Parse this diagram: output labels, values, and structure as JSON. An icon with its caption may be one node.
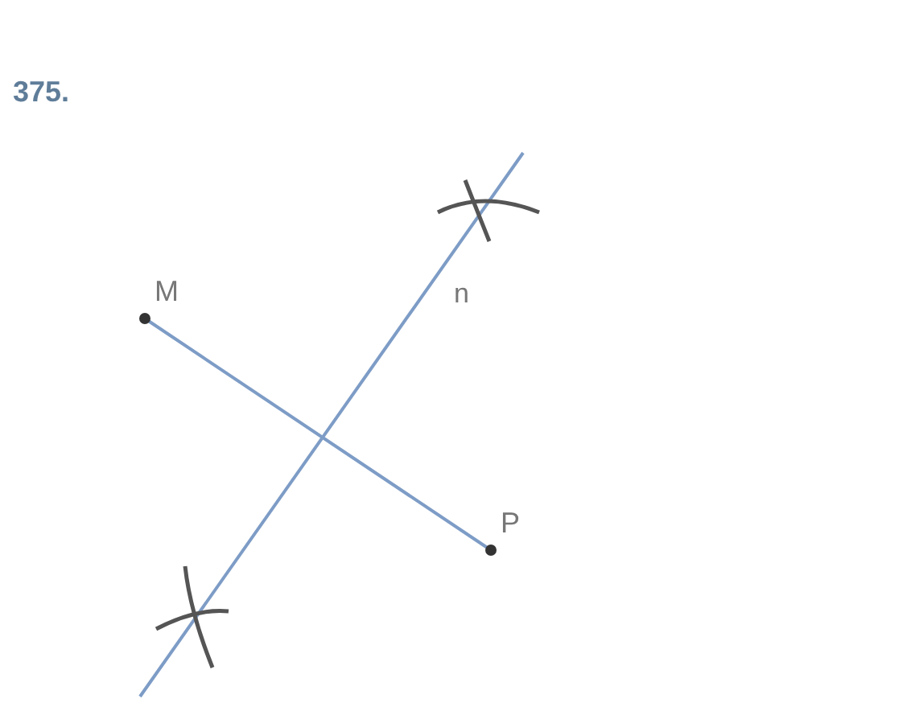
{
  "diagram": {
    "labels": [
      "375.",
      "M",
      "n",
      "P"
    ]
  }
}
